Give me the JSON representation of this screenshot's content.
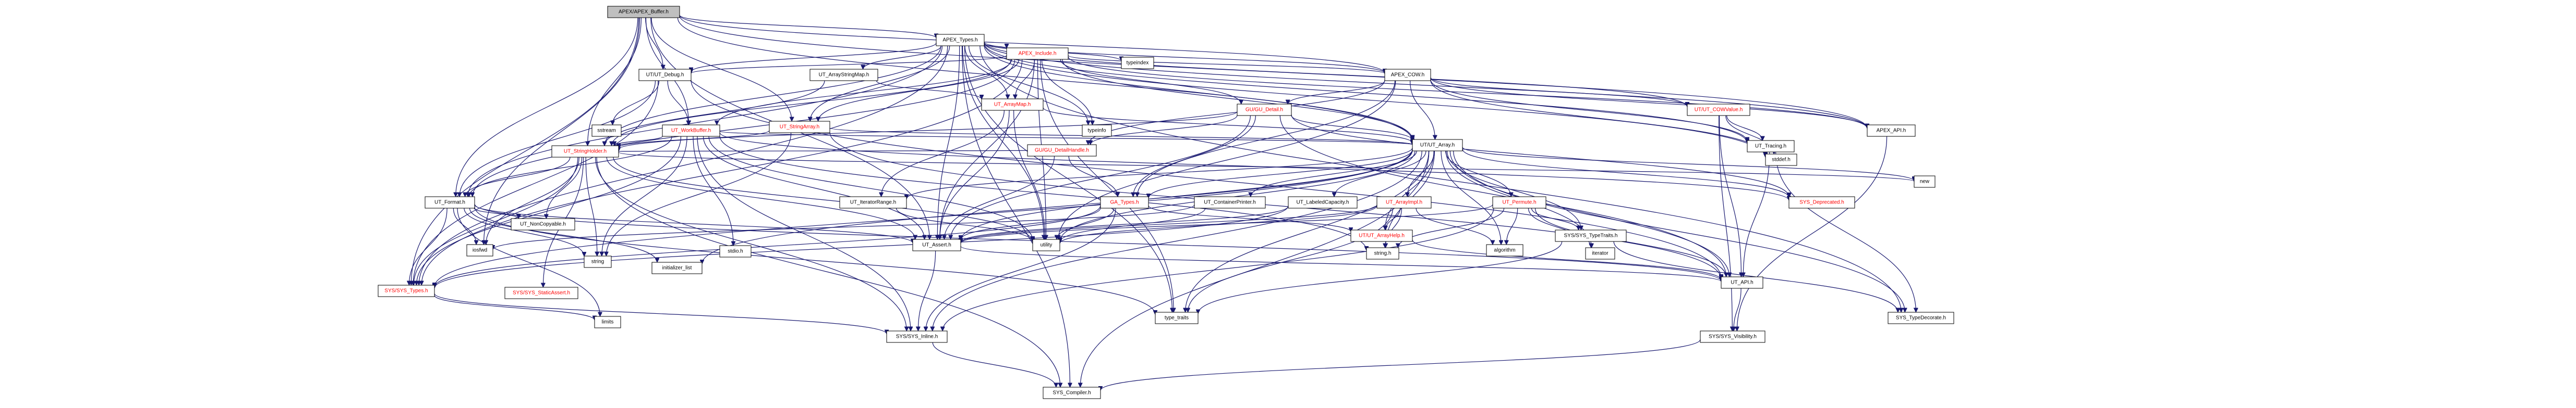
{
  "graph_title": "APEX/APEX_Buffer.h",
  "colors": {
    "root_fill": "#bfbfbf",
    "node_fill": "#ffffff",
    "node_text": "#000000",
    "highlight_text": "#ff0000",
    "edge": "#191970"
  },
  "nodes": [
    {
      "id": "n0",
      "label": "APEX/APEX_Buffer.h",
      "kind": "root"
    },
    {
      "id": "n1",
      "label": "APEX_Types.h"
    },
    {
      "id": "n2",
      "label": "APEX_Include.h",
      "red": true
    },
    {
      "id": "n3",
      "label": "UT/UT_Debug.h"
    },
    {
      "id": "n4",
      "label": "UT_ArrayStringMap.h"
    },
    {
      "id": "n5",
      "label": "UT_ArrayMap.h",
      "red": true
    },
    {
      "id": "n6",
      "label": "UT_StringArray.h",
      "red": true
    },
    {
      "id": "n7",
      "label": "UT_WorkBuffer.h",
      "red": true
    },
    {
      "id": "n8",
      "label": "UT_StringHolder.h",
      "red": true
    },
    {
      "id": "n9",
      "label": "UT_Format.h"
    },
    {
      "id": "n10",
      "label": "APEX_COW.h"
    },
    {
      "id": "n11",
      "label": "GU/GU_Detail.h",
      "red": true
    },
    {
      "id": "n12",
      "label": "GU/GU_DetailHandle.h",
      "red": true
    },
    {
      "id": "n13",
      "label": "UT/UT_COWValue.h",
      "red": true
    },
    {
      "id": "n14",
      "label": "APEX_API.h"
    },
    {
      "id": "n15",
      "label": "UT_Tracing.h"
    },
    {
      "id": "n16",
      "label": "UT/UT_Array.h"
    },
    {
      "id": "n17",
      "label": "GA_Types.h",
      "red": true
    },
    {
      "id": "n18",
      "label": "UT_IteratorRange.h"
    },
    {
      "id": "n19",
      "label": "UT_ContainerPrinter.h"
    },
    {
      "id": "n20",
      "label": "UT_LabeledCapacity.h"
    },
    {
      "id": "n21",
      "label": "UT_ArrayImpl.h",
      "red": true
    },
    {
      "id": "n22",
      "label": "UT_Permute.h",
      "red": true
    },
    {
      "id": "n23",
      "label": "UT/UT_ArrayHelp.h",
      "red": true
    },
    {
      "id": "n24",
      "label": "SYS/SYS_TypeTraits.h"
    },
    {
      "id": "n25",
      "label": "UT_Assert.h"
    },
    {
      "id": "n26",
      "label": "UT_API.h"
    },
    {
      "id": "n27",
      "label": "SYS/SYS_Types.h",
      "red": true
    },
    {
      "id": "n28",
      "label": "SYS/SYS_StaticAssert.h",
      "red": true
    },
    {
      "id": "n29",
      "label": "SYS/SYS_Inline.h"
    },
    {
      "id": "n30",
      "label": "SYS_Compiler.h"
    },
    {
      "id": "n31",
      "label": "SYS/SYS_Visibility.h"
    },
    {
      "id": "n32",
      "label": "SYS_TypeDecorate.h"
    },
    {
      "id": "n33",
      "label": "SYS_Deprecated.h",
      "red": true
    },
    {
      "id": "n34",
      "label": "UT_NonCopyable.h"
    },
    {
      "id": "n35",
      "label": "typeindex"
    },
    {
      "id": "n36",
      "label": "typeinfo"
    },
    {
      "id": "n37",
      "label": "utility"
    },
    {
      "id": "n38",
      "label": "iosfwd"
    },
    {
      "id": "n39",
      "label": "string"
    },
    {
      "id": "n40",
      "label": "initializer_list"
    },
    {
      "id": "n41",
      "label": "stdio.h"
    },
    {
      "id": "n42",
      "label": "limits"
    },
    {
      "id": "n43",
      "label": "type_traits"
    },
    {
      "id": "n44",
      "label": "sstream"
    },
    {
      "id": "n45",
      "label": "stddef.h"
    },
    {
      "id": "n46",
      "label": "new"
    },
    {
      "id": "n47",
      "label": "string.h"
    },
    {
      "id": "n48",
      "label": "algorithm"
    },
    {
      "id": "n49",
      "label": "iterator"
    }
  ],
  "edges": [
    [
      "n0",
      "n1"
    ],
    [
      "n0",
      "n3"
    ],
    [
      "n0",
      "n6"
    ],
    [
      "n0",
      "n7"
    ],
    [
      "n0",
      "n8"
    ],
    [
      "n0",
      "n9"
    ],
    [
      "n0",
      "n10"
    ],
    [
      "n0",
      "n14"
    ],
    [
      "n0",
      "n16"
    ],
    [
      "n0",
      "n25"
    ],
    [
      "n0",
      "n27"
    ],
    [
      "n0",
      "n38"
    ],
    [
      "n1",
      "n2"
    ],
    [
      "n1",
      "n3"
    ],
    [
      "n1",
      "n4"
    ],
    [
      "n1",
      "n5"
    ],
    [
      "n1",
      "n6"
    ],
    [
      "n1",
      "n8"
    ],
    [
      "n1",
      "n9"
    ],
    [
      "n1",
      "n10"
    ],
    [
      "n1",
      "n13"
    ],
    [
      "n1",
      "n14"
    ],
    [
      "n1",
      "n15"
    ],
    [
      "n1",
      "n16"
    ],
    [
      "n1",
      "n25"
    ],
    [
      "n1",
      "n27"
    ],
    [
      "n1",
      "n35"
    ],
    [
      "n1",
      "n36"
    ],
    [
      "n1",
      "n37"
    ],
    [
      "n1",
      "n43"
    ],
    [
      "n1",
      "n30"
    ],
    [
      "n1",
      "n45"
    ],
    [
      "n1",
      "n32"
    ],
    [
      "n2",
      "n3"
    ],
    [
      "n2",
      "n5"
    ],
    [
      "n2",
      "n6"
    ],
    [
      "n2",
      "n7"
    ],
    [
      "n2",
      "n8"
    ],
    [
      "n2",
      "n9"
    ],
    [
      "n2",
      "n10"
    ],
    [
      "n2",
      "n11"
    ],
    [
      "n2",
      "n14"
    ],
    [
      "n2",
      "n16"
    ],
    [
      "n2",
      "n25"
    ],
    [
      "n2",
      "n27"
    ],
    [
      "n2",
      "n36"
    ],
    [
      "n2",
      "n37"
    ],
    [
      "n2",
      "n43"
    ],
    [
      "n3",
      "n44"
    ],
    [
      "n3",
      "n7"
    ],
    [
      "n3",
      "n9"
    ],
    [
      "n3",
      "n27"
    ],
    [
      "n3",
      "n26"
    ],
    [
      "n4",
      "n5"
    ],
    [
      "n4",
      "n8"
    ],
    [
      "n5",
      "n16"
    ],
    [
      "n5",
      "n18"
    ],
    [
      "n5",
      "n37"
    ],
    [
      "n5",
      "n25"
    ],
    [
      "n6",
      "n16"
    ],
    [
      "n6",
      "n8"
    ],
    [
      "n6",
      "n26"
    ],
    [
      "n6",
      "n39"
    ],
    [
      "n7",
      "n8"
    ],
    [
      "n7",
      "n9"
    ],
    [
      "n7",
      "n16"
    ],
    [
      "n7",
      "n25"
    ],
    [
      "n7",
      "n27"
    ],
    [
      "n7",
      "n29"
    ],
    [
      "n7",
      "n41"
    ],
    [
      "n7",
      "n39"
    ],
    [
      "n7",
      "n37"
    ],
    [
      "n7",
      "n47"
    ],
    [
      "n7",
      "n33"
    ],
    [
      "n8",
      "n9"
    ],
    [
      "n8",
      "n25"
    ],
    [
      "n8",
      "n27"
    ],
    [
      "n8",
      "n28"
    ],
    [
      "n8",
      "n29"
    ],
    [
      "n8",
      "n38"
    ],
    [
      "n8",
      "n39"
    ],
    [
      "n8",
      "n37"
    ],
    [
      "n8",
      "n30"
    ],
    [
      "n8",
      "n46"
    ],
    [
      "n8",
      "n34"
    ],
    [
      "n9",
      "n25"
    ],
    [
      "n9",
      "n26"
    ],
    [
      "n9",
      "n27"
    ],
    [
      "n9",
      "n34"
    ],
    [
      "n9",
      "n38"
    ],
    [
      "n9",
      "n39"
    ],
    [
      "n9",
      "n40"
    ],
    [
      "n9",
      "n42"
    ],
    [
      "n9",
      "n43"
    ],
    [
      "n10",
      "n11"
    ],
    [
      "n10",
      "n12"
    ],
    [
      "n10",
      "n13"
    ],
    [
      "n10",
      "n14"
    ],
    [
      "n10",
      "n15"
    ],
    [
      "n10",
      "n16"
    ],
    [
      "n10",
      "n45"
    ],
    [
      "n10",
      "n37"
    ],
    [
      "n10",
      "n17"
    ],
    [
      "n11",
      "n12"
    ],
    [
      "n11",
      "n16"
    ],
    [
      "n11",
      "n17"
    ],
    [
      "n11",
      "n8"
    ],
    [
      "n11",
      "n33"
    ],
    [
      "n11",
      "n26"
    ],
    [
      "n11",
      "n25"
    ],
    [
      "n12",
      "n17"
    ],
    [
      "n12",
      "n8"
    ],
    [
      "n12",
      "n25"
    ],
    [
      "n13",
      "n15"
    ],
    [
      "n13",
      "n45"
    ],
    [
      "n13",
      "n26"
    ],
    [
      "n13",
      "n31"
    ],
    [
      "n14",
      "n31"
    ],
    [
      "n15",
      "n26"
    ],
    [
      "n15",
      "n32"
    ],
    [
      "n16",
      "n17"
    ],
    [
      "n16",
      "n18"
    ],
    [
      "n16",
      "n19"
    ],
    [
      "n16",
      "n20"
    ],
    [
      "n16",
      "n21"
    ],
    [
      "n16",
      "n22"
    ],
    [
      "n16",
      "n23"
    ],
    [
      "n16",
      "n24"
    ],
    [
      "n16",
      "n25"
    ],
    [
      "n16",
      "n26"
    ],
    [
      "n16",
      "n27"
    ],
    [
      "n16",
      "n29"
    ],
    [
      "n16",
      "n30"
    ],
    [
      "n16",
      "n32"
    ],
    [
      "n16",
      "n33"
    ],
    [
      "n16",
      "n37"
    ],
    [
      "n16",
      "n40"
    ],
    [
      "n16",
      "n43"
    ],
    [
      "n16",
      "n46"
    ],
    [
      "n16",
      "n47"
    ],
    [
      "n16",
      "n48"
    ],
    [
      "n16",
      "n49"
    ],
    [
      "n17",
      "n23"
    ],
    [
      "n17",
      "n25"
    ],
    [
      "n17",
      "n27"
    ],
    [
      "n17",
      "n29"
    ],
    [
      "n17",
      "n37"
    ],
    [
      "n18",
      "n37"
    ],
    [
      "n19",
      "n38"
    ],
    [
      "n19",
      "n37"
    ],
    [
      "n20",
      "n27"
    ],
    [
      "n20",
      "n25"
    ],
    [
      "n21",
      "n23"
    ],
    [
      "n21",
      "n25"
    ],
    [
      "n21",
      "n37"
    ],
    [
      "n21",
      "n47"
    ],
    [
      "n21",
      "n48"
    ],
    [
      "n21",
      "n43"
    ],
    [
      "n22",
      "n24"
    ],
    [
      "n22",
      "n25"
    ],
    [
      "n22",
      "n26"
    ],
    [
      "n22",
      "n47"
    ],
    [
      "n22",
      "n48"
    ],
    [
      "n22",
      "n49"
    ],
    [
      "n22",
      "n29"
    ],
    [
      "n23",
      "n26"
    ],
    [
      "n24",
      "n43"
    ],
    [
      "n24",
      "n32"
    ],
    [
      "n25",
      "n26"
    ],
    [
      "n25",
      "n29"
    ],
    [
      "n26",
      "n31"
    ],
    [
      "n27",
      "n29"
    ],
    [
      "n27",
      "n42"
    ],
    [
      "n29",
      "n30"
    ],
    [
      "n31",
      "n30"
    ]
  ]
}
